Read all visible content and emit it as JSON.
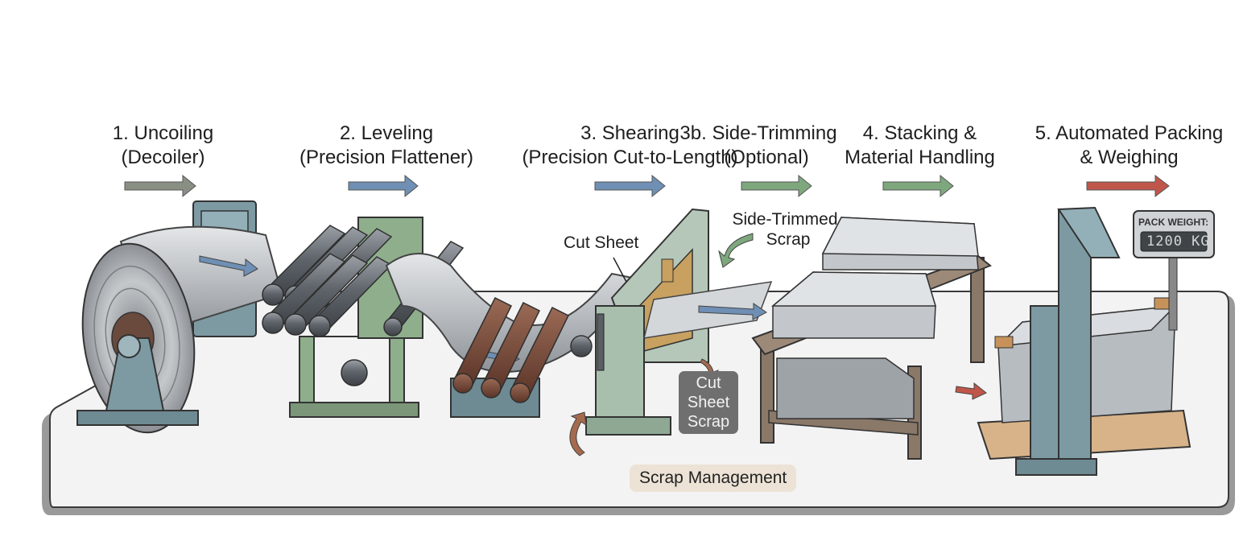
{
  "stages": [
    {
      "line1": "1. Uncoiling",
      "line2": "(Decoiler)"
    },
    {
      "line1": "2. Leveling",
      "line2": "(Precision Flattener)"
    },
    {
      "line1": "3. Shearing",
      "line2": "(Precision Cut-to-Length)"
    },
    {
      "line1": "3b. Side-Trimming",
      "line2": "(Optional)"
    },
    {
      "line1": "4. Stacking &",
      "line2": "Material Handling"
    },
    {
      "line1": "5. Automated Packing",
      "line2": "& Weighing"
    }
  ],
  "callouts": {
    "cut_sheet": "Cut Sheet",
    "side_trimmed_scrap": {
      "line1": "Side-Trimmed",
      "line2": "Scrap"
    },
    "cut_sheet_scrap": {
      "line1": "Cut",
      "line2": "Sheet",
      "line3": "Scrap"
    },
    "scrap_management": "Scrap Management"
  },
  "scale_display": {
    "title": "PACK WEIGHT:",
    "value": "1200 KG"
  },
  "colors": {
    "arrow_gray": "#8a8f84",
    "arrow_blue": "#6f8fb4",
    "arrow_green": "#7ea77d",
    "arrow_red": "#c0564a",
    "machine_teal": "#7d9aa3",
    "machine_green": "#8fae8c",
    "steel": "#bfc3c7",
    "wood": "#d8b389",
    "scrap_label": "#6f6f6f",
    "scrap_mgmt_label": "#ece3d6"
  }
}
